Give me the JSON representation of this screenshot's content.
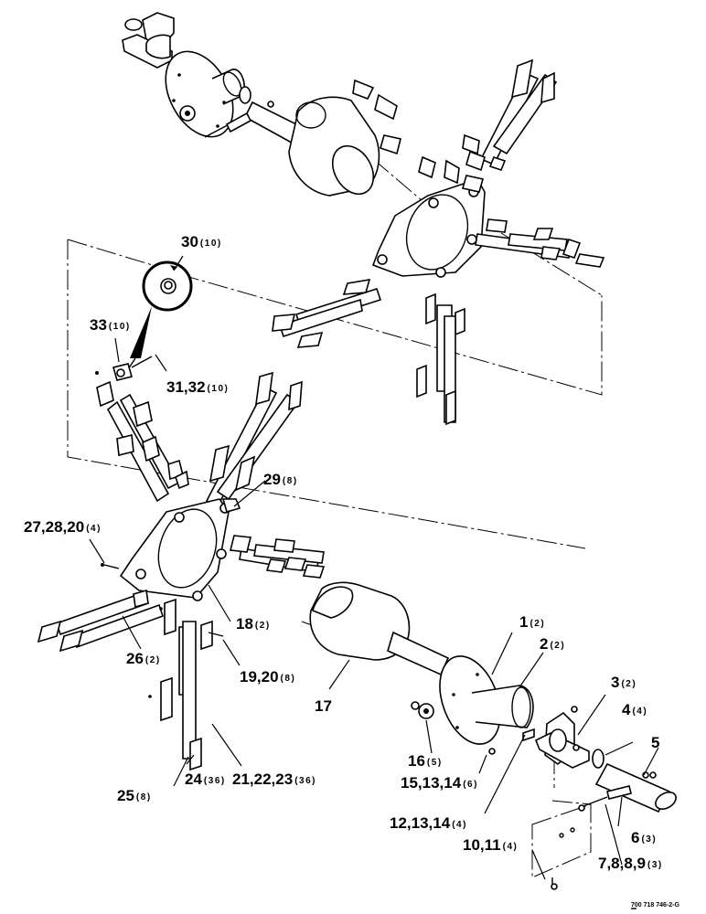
{
  "callouts": [
    {
      "id": "c30",
      "num": "30",
      "qty": "(10)"
    },
    {
      "id": "c33",
      "num": "33",
      "qty": "(10)"
    },
    {
      "id": "c31",
      "num": "31,32",
      "qty": "(10)"
    },
    {
      "id": "c29",
      "num": "29",
      "qty": "(8)"
    },
    {
      "id": "c27",
      "num": "27,28,20",
      "qty": "(4)"
    },
    {
      "id": "c18",
      "num": "18",
      "qty": "(2)"
    },
    {
      "id": "c26",
      "num": "26",
      "qty": "(2)"
    },
    {
      "id": "c19",
      "num": "19,20",
      "qty": "(8)"
    },
    {
      "id": "c17",
      "num": "17",
      "qty": ""
    },
    {
      "id": "c1",
      "num": "1",
      "qty": "(2)"
    },
    {
      "id": "c2",
      "num": "2",
      "qty": "(2)"
    },
    {
      "id": "c3",
      "num": "3",
      "qty": "(2)"
    },
    {
      "id": "c4",
      "num": "4",
      "qty": "(4)"
    },
    {
      "id": "c5",
      "num": "5",
      "qty": ""
    },
    {
      "id": "c16",
      "num": "16",
      "qty": "(5)"
    },
    {
      "id": "c15",
      "num": "15,13,14",
      "qty": "(6)"
    },
    {
      "id": "c12",
      "num": "12,13,14",
      "qty": "(4)"
    },
    {
      "id": "c6",
      "num": "6",
      "qty": "(3)"
    },
    {
      "id": "c10",
      "num": "10,11",
      "qty": "(4)"
    },
    {
      "id": "c7",
      "num": "7,8,8,9",
      "qty": "(3)"
    },
    {
      "id": "c24",
      "num": "24",
      "qty": "(36)"
    },
    {
      "id": "c21",
      "num": "21,22,23",
      "qty": "(36)"
    },
    {
      "id": "c25",
      "num": "25",
      "qty": "(8)"
    }
  ],
  "drawing_number": "700 718 746-2-G"
}
